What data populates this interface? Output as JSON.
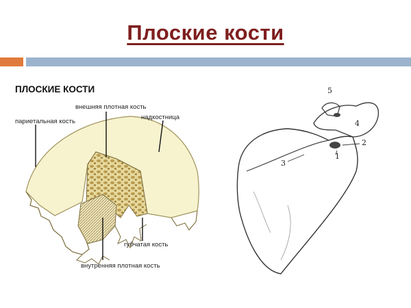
{
  "slide": {
    "title": "Плоские кости"
  },
  "figure_left": {
    "heading": "ПЛОСКИЕ КОСТИ",
    "labels": {
      "outer_compact": "внешняя плотная кость",
      "parietal": "париетальная кость",
      "periosteum": "надкостница",
      "spongy": "губчатая кость",
      "inner_compact": "внутренняя плотная кость"
    }
  },
  "figure_right": {
    "numbers": [
      "1",
      "2",
      "3",
      "4",
      "5"
    ]
  },
  "colors": {
    "title": "#7f1f1f",
    "accent_bar": "#e07a3c",
    "main_bar": "#9bb3cd",
    "bone_fill": "#f7f3cf",
    "spongy_fill": "#d9c98a"
  }
}
